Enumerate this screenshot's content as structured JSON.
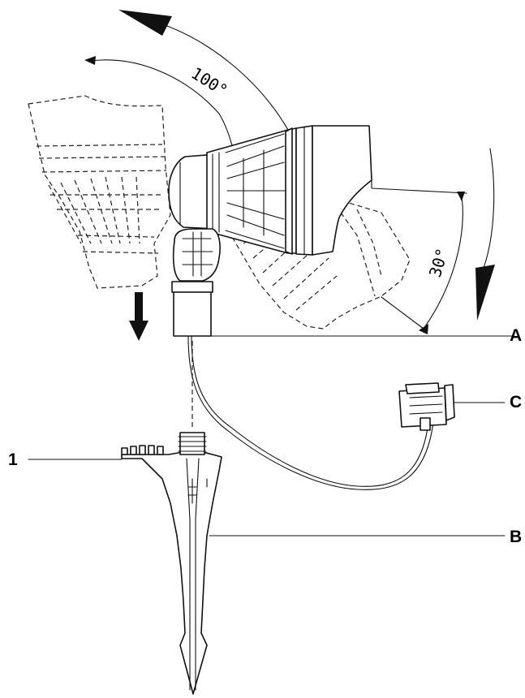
{
  "labels": {
    "a": "A",
    "b": "B",
    "c": "C",
    "one": "1"
  },
  "angles": {
    "up": "100°",
    "down": "30°"
  }
}
